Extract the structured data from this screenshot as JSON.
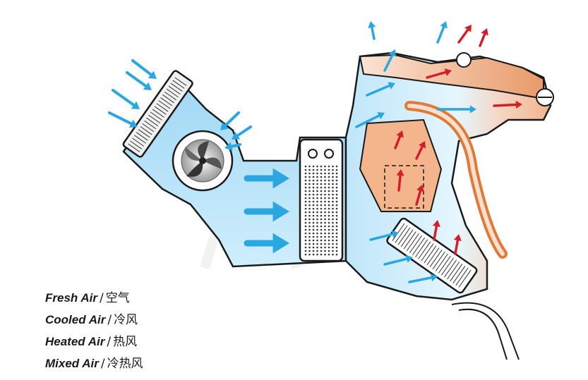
{
  "legend": [
    {
      "en": "Fresh Air",
      "zh": "空气",
      "color": "#2aa6e0"
    },
    {
      "en": "Cooled Air",
      "zh": "冷风",
      "color": "#2aa6e0"
    },
    {
      "en": "Heated Air",
      "zh": "热风",
      "color": "#d0202a"
    },
    {
      "en": "Mixed Air",
      "zh": "冷热风",
      "color": "#e8a080"
    }
  ],
  "separator": "/",
  "colors": {
    "cool": "#2aa6e0",
    "cool_light": "#bfe6fa",
    "cool_body": "#6cc4ef",
    "hot": "#d0202a",
    "warm": "#e89a6a",
    "outline": "#1a1a1a"
  }
}
